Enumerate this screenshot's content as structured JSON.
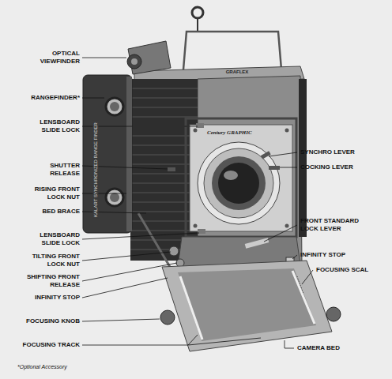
{
  "diagram": {
    "labels": [
      "OPTICAL VIEWFINDER",
      "RANGEFINDER*",
      "LENSBOARD SLIDE LOCK",
      "SHUTTER RELEASE",
      "RISING FRONT LOCK NUT",
      "BED BRACE",
      "LENSBOARD SLIDE LOCK",
      "TILTING FRONT LOCK NUT",
      "SHIFTING FRONT RELEASE",
      "INFINITY STOP",
      "FOCUSING KNOB",
      "FOCUSING TRACK",
      "SYNCHRO LEVER",
      "COCKING LEVER",
      "FRONT STANDARD LOCK LEVER",
      "INFINITY STOP",
      "FOCUSING SCAL",
      "CAMERA BED",
      "*Optional Accessory",
      "GRAFLEX",
      "Century GRAPHIC",
      "KALART SYNCHRONIZED RANGE FINDER"
    ]
  }
}
